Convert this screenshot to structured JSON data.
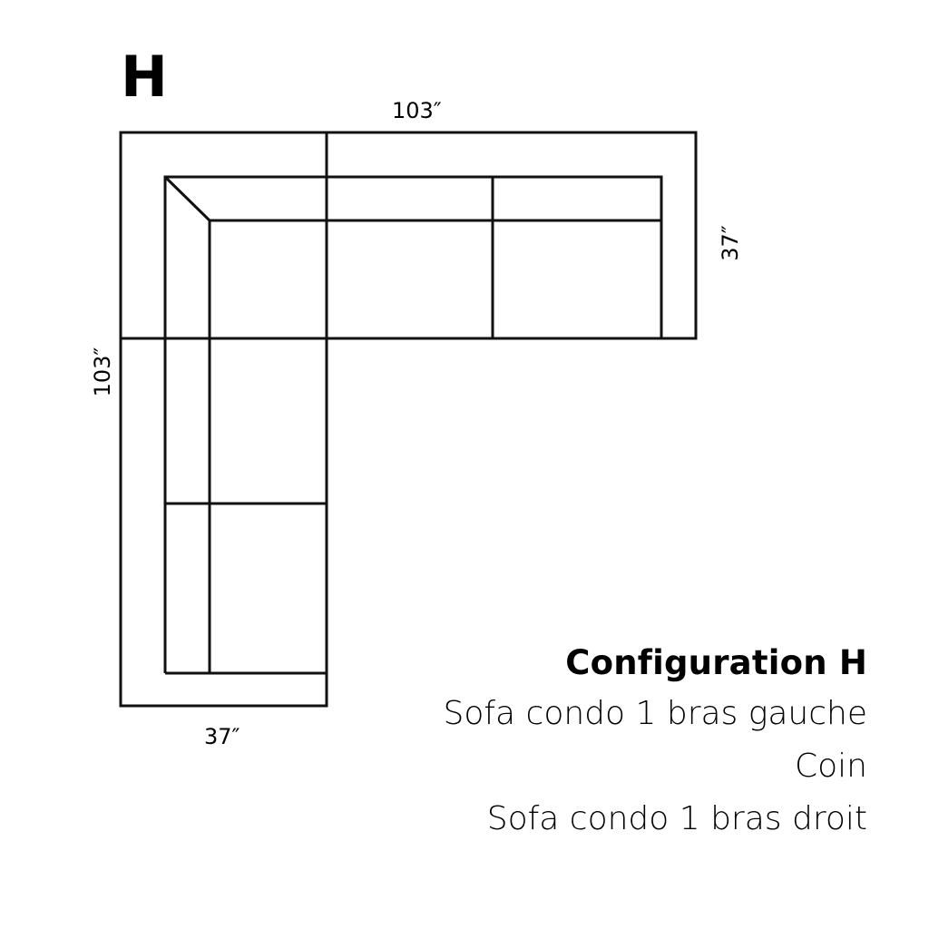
{
  "configuration_label": "H",
  "dimensions": {
    "top_width": "103″",
    "right_depth": "37″",
    "left_length": "103″",
    "bottom_depth": "37″"
  },
  "caption": {
    "title": "Configuration H",
    "items": [
      "Sofa condo 1 bras gauche",
      "Coin",
      "Sofa condo 1 bras droit"
    ]
  },
  "diagram": {
    "type": "L-shaped sectional sofa top-view",
    "stroke_color": "#111111",
    "background": "#ffffff",
    "modules": [
      "left-arm condo sofa",
      "corner",
      "right-arm condo sofa"
    ]
  }
}
